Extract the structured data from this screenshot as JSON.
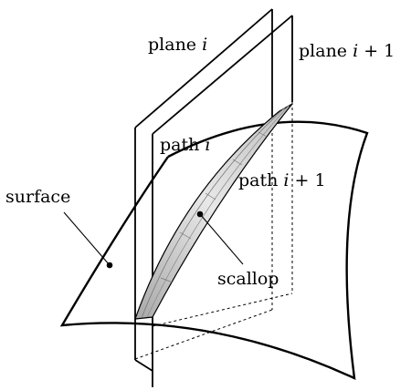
{
  "labels": {
    "plane_i": {
      "text": "plane ",
      "var": "i"
    },
    "plane_i1": {
      "text": "plane ",
      "var": "i",
      "suffix": " + 1"
    },
    "path_i": {
      "text": "path ",
      "var": "i"
    },
    "path_i1": {
      "text": "path ",
      "var": "i",
      "suffix": " + 1"
    },
    "surface": "surface",
    "scallop": "scallop"
  }
}
